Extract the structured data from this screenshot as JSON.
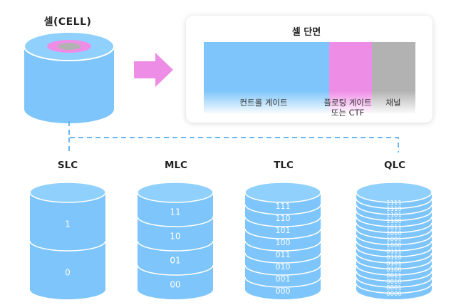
{
  "cell_title": "셀(CELL)",
  "cross_section": {
    "title": "셀 단면",
    "segments": [
      {
        "label": "컨트롤 게이트",
        "color": "#7dc5fa"
      },
      {
        "label": "플로팅 게이트\n또는 CTF",
        "color": "#ee8de6"
      },
      {
        "label": "채널",
        "color": "#b2b2b2"
      }
    ]
  },
  "colors": {
    "cylinder": "#7dc5fa",
    "cylinder_line": "#ffffff",
    "arrow": "#ee8de6",
    "dash": "#6ab7f0",
    "core": "#ee8de6",
    "core_center": "#b2b2b2"
  },
  "cell_types": [
    {
      "name": "SLC",
      "levels": [
        "1",
        "0"
      ]
    },
    {
      "name": "MLC",
      "levels": [
        "11",
        "10",
        "01",
        "00"
      ]
    },
    {
      "name": "TLC",
      "levels": [
        "111",
        "110",
        "101",
        "100",
        "011",
        "010",
        "001",
        "000"
      ]
    },
    {
      "name": "QLC",
      "levels": [
        "1111",
        "1110",
        "1101",
        "1100",
        "1011",
        "1010",
        "1001",
        "1000",
        "0111",
        "0110",
        "0101",
        "0100",
        "0011",
        "0010",
        "0001",
        "0000"
      ]
    }
  ]
}
